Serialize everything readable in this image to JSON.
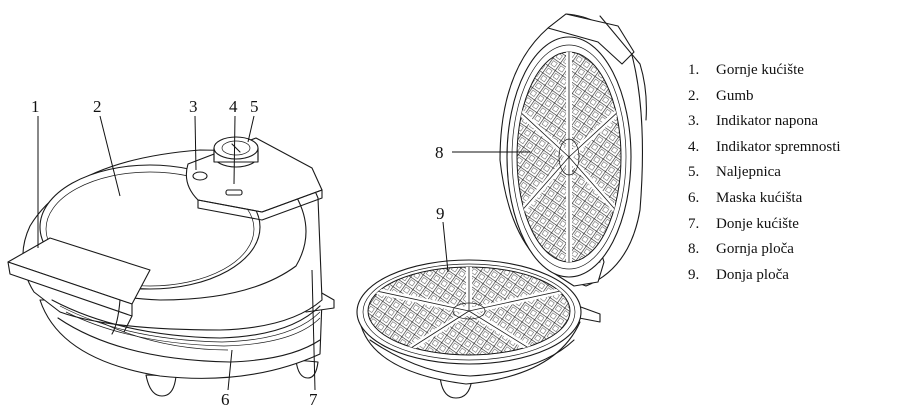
{
  "callouts": {
    "c1": "1",
    "c2": "2",
    "c3": "3",
    "c4": "4",
    "c5": "5",
    "c6": "6",
    "c7": "7",
    "c8": "8",
    "c9": "9"
  },
  "parts": [
    {
      "num": "1.",
      "label": "Gornje kućište"
    },
    {
      "num": "2.",
      "label": "Gumb"
    },
    {
      "num": "3.",
      "label": "Indikator napona"
    },
    {
      "num": "4.",
      "label": "Indikator spremnosti"
    },
    {
      "num": "5.",
      "label": "Naljepnica"
    },
    {
      "num": "6.",
      "label": "Maska kućišta"
    },
    {
      "num": "7.",
      "label": "Donje kućište"
    },
    {
      "num": "8.",
      "label": "Gornja ploča"
    },
    {
      "num": "9.",
      "label": "Donja ploča"
    }
  ]
}
